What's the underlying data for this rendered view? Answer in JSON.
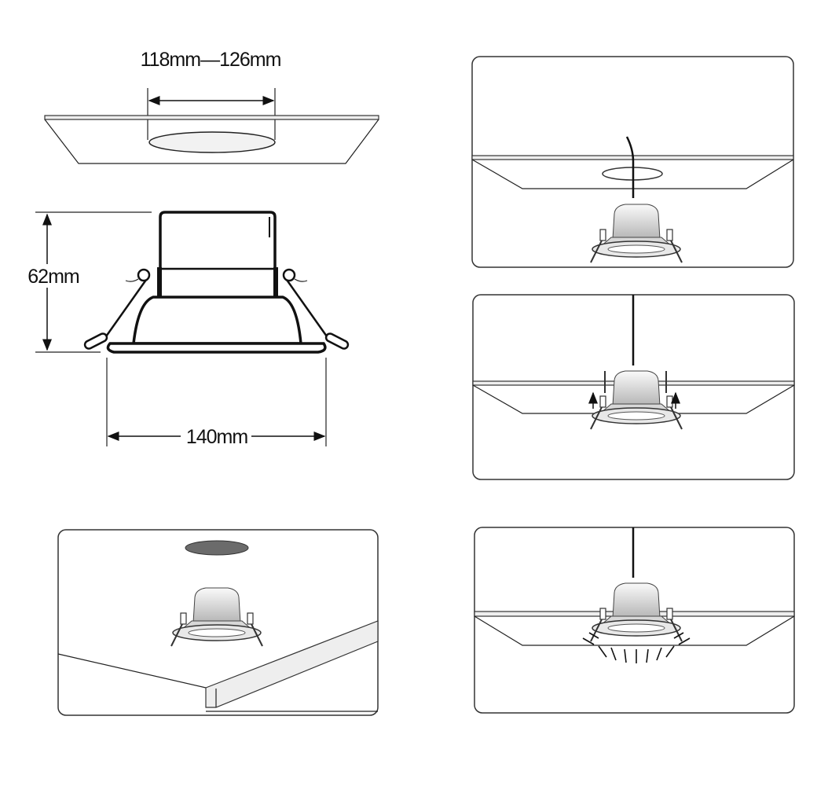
{
  "dimensions": {
    "cutout": "118mm—126mm",
    "height": "62mm",
    "diameter": "140mm"
  },
  "steps": [
    {
      "name": "cut-hole-in-ceiling"
    },
    {
      "name": "connect-wire-and-insert-light"
    },
    {
      "name": "push-springs-up"
    },
    {
      "name": "light-on"
    }
  ],
  "colors": {
    "line": "#222222",
    "hole": "#6b6b6b",
    "background": "#ffffff"
  }
}
